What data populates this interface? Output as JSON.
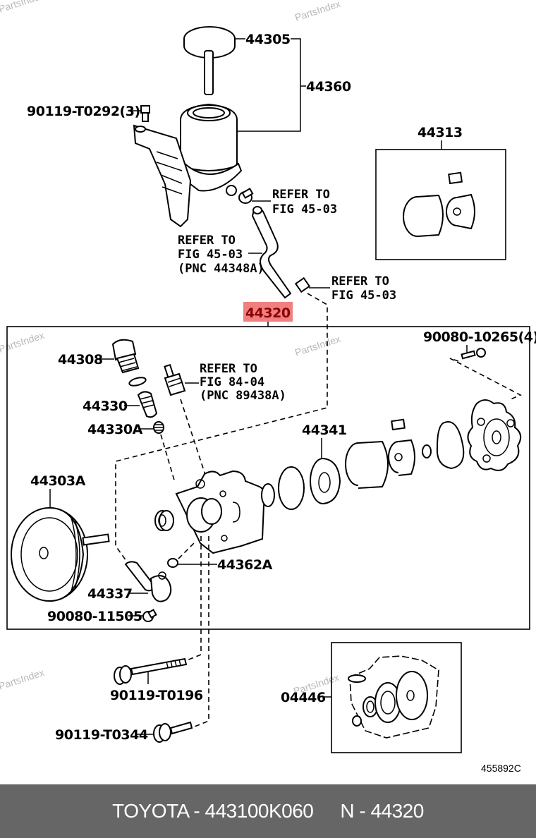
{
  "watermark": "PartsIndex",
  "diagram_code": "455892C",
  "highlight": {
    "part": "44320",
    "bg_color": "#f08080",
    "text_color": "#8b0000"
  },
  "labels": {
    "p44305": "44305",
    "p44360": "44360",
    "p90119_T0292": "90119-T0292(3)",
    "p44313": "44313",
    "ref_a": [
      "REFER TO",
      "FIG 45-03"
    ],
    "ref_b": [
      "REFER TO",
      "FIG 45-03",
      "(PNC 44348A)"
    ],
    "ref_c": [
      "REFER TO",
      "FIG 45-03"
    ],
    "p44320": "44320",
    "p90080_10265": "90080-10265(4)",
    "p44308": "44308",
    "ref_d": [
      "REFER TO",
      "FIG 84-04",
      "(PNC 89438A)"
    ],
    "p44330": "44330",
    "p44330A": "44330A",
    "p44341": "44341",
    "p44303A": "44303A",
    "p44362A": "44362A",
    "p44337": "44337",
    "p90080_11505": "90080-11505",
    "p90119_T0196": "90119-T0196",
    "p90119_T0344": "90119-T0344",
    "p04446": "04446"
  },
  "footer": {
    "brand_part": "TOYOTA - 443100K060",
    "pnc": "N - 44320"
  }
}
